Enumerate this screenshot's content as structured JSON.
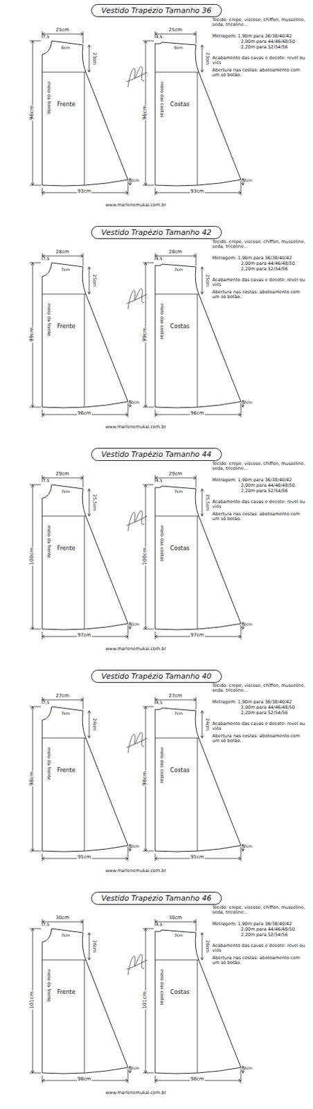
{
  "diagram": {
    "nodes": [
      {
        "text": [
          "Vestido Trapézio Tamanho 36"
        ]
      },
      {
        "text": [
          "Frente",
          "meio da frente"
        ]
      },
      {
        "text": [
          "Costas",
          "meio das costas"
        ]
      },
      {
        "text": [
          "Vestido Trapézio Tamanho 42"
        ]
      },
      {
        "text": [
          "Frente",
          "meio da frente"
        ]
      },
      {
        "text": [
          "Costas",
          "meio das costas"
        ]
      },
      {
        "text": [
          "Vestido Trapézio Tamanho 44"
        ]
      },
      {
        "text": [
          "Frente",
          "meio da frente"
        ]
      },
      {
        "text": [
          "Costas",
          "meio das costas"
        ]
      },
      {
        "text": [
          "Vestido Trapézio Tamanho 40"
        ]
      },
      {
        "text": [
          "Frente",
          "meio da frente"
        ]
      },
      {
        "text": [
          "Costas",
          "meio das costas"
        ]
      },
      {
        "text": [
          "Vestido Trapézio Tamanho 46"
        ]
      },
      {
        "text": [
          "Frente",
          "meio da frente"
        ]
      },
      {
        "text": [
          "Costas",
          "meio das costas"
        ]
      }
    ],
    "labels": [
      "25cm",
      "7,5",
      "6cm",
      "23cm",
      "96cm",
      "93cm",
      "2cm",
      "25cm",
      "4,5",
      "6cm",
      "23cm",
      "96cm",
      "93cm",
      "2cm",
      "Tecido: crepe, viscose, chiffon, musseline, seda, tricoline...",
      "Metragem: 1,90m para 36/38/40/42",
      "2,00m para 44/46/48/50",
      "2,20m para 52/54/56",
      "Acabamento das cavas e decote: revel ou viés",
      "Abertura nas costas: abotoamento com um só botão.",
      "www.marlenemukai.com.br",
      "28cm",
      "7,5",
      "7cm",
      "25cm",
      "99cm",
      "96cm",
      "2cm",
      "28cm",
      "4,5",
      "7cm",
      "25cm",
      "99cm",
      "96cm",
      "2cm",
      "Tecido: crepe, viscose, chiffon, musseline, seda, tricoline...",
      "Metragem: 1,90m para 36/38/40/42",
      "2,00m para 44/46/48/50",
      "2,20m para 52/54/56",
      "Acabamento das cavas e decote: revel ou viés",
      "Abertura nas costas: abotoamento com um só botão.",
      "www.marlenemukai.com.br",
      "29cm",
      "7,5",
      "7cm",
      "25,5cm",
      "100cm",
      "97cm",
      "2cm",
      "29cm",
      "4,5",
      "7cm",
      "25,5cm",
      "100cm",
      "97cm",
      "2cm",
      "Tecido: crepe, viscose, chiffon, musseline, seda, tricoline...",
      "Metragem: 1,90m para 36/38/40/42",
      "2,00m para 44/46/48/50",
      "2,20m para 52/54/56",
      "Acabamento das cavas e decote: revel ou viés",
      "Abertura nas costas: abotoamento com um só botão.",
      "www.marlenemukai.com.br",
      "27cm",
      "7,5",
      "7cm",
      "24cm",
      "98cm",
      "95cm",
      "2cm",
      "27cm",
      "4,5",
      "7cm",
      "24cm",
      "98cm",
      "95cm",
      "2cm",
      "Tecido: crepe, viscose, chiffon, musseline, seda, tricoline...",
      "Metragem: 1,90m para 36/38/40/42",
      "2,00m para 44/46/48/50",
      "2,20m para 52/54/56",
      "Acabamento das cavas e decote: revel ou viés",
      "Abertura nas costas: abotoamento com um só botão.",
      "www.marlenemukai.com.br",
      "30cm",
      "7,5",
      "7cm",
      "26cm",
      "101cm",
      "98cm",
      "2cm",
      "30cm",
      "4,5",
      "7cm",
      "26cm",
      "101cm",
      "98cm",
      "2cm",
      "Tecido: crepe, viscose, chiffon, musseline, seda, tricoline...",
      "Metragem: 1,90m para 36/38/40/42",
      "2,00m para 44/46/48/50",
      "2,20m para 52/54/56",
      "Acabamento das cavas e decote: revel ou viés",
      "Abertura nas costas: abotoamento com um só botão.",
      "www.marlenemukai.com.br"
    ]
  }
}
